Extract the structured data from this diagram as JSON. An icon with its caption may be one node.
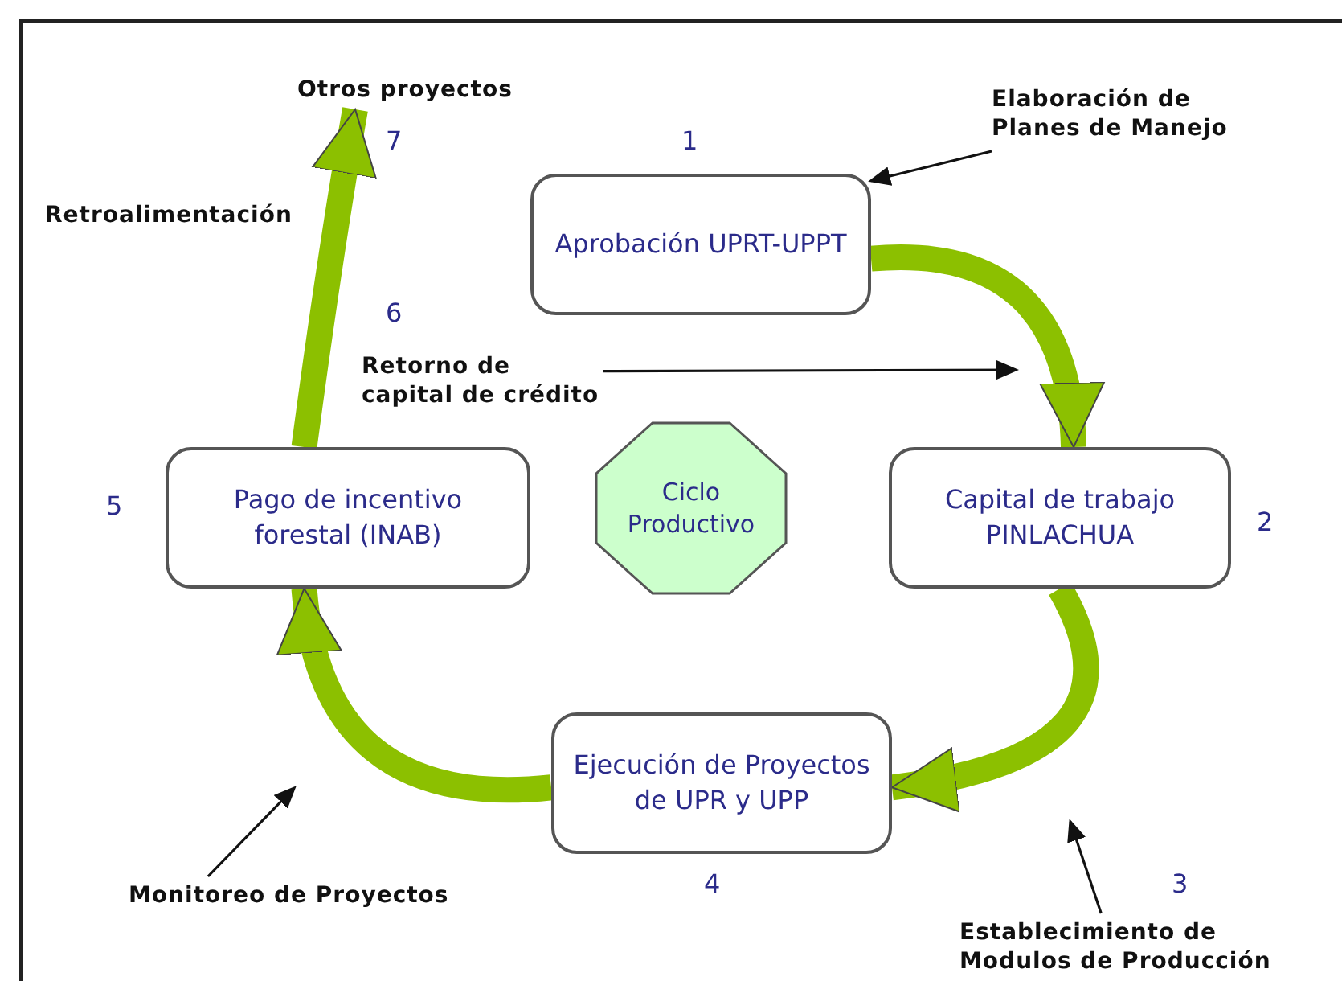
{
  "diagram": {
    "nodes": [
      {
        "text": [
          "Aprobación UPRT-UPPT"
        ],
        "beside": [
          "1"
        ]
      },
      {
        "text": [
          "Capital de trabajo PINLACHUA"
        ],
        "beside": [
          "2"
        ]
      },
      {
        "text": [
          "Ejecución de Proyectos de UPR y UPP"
        ],
        "beside": [
          "4"
        ]
      },
      {
        "text": [
          "Pago de incentivo forestal (INAB)"
        ],
        "beside": [
          "5"
        ]
      },
      {
        "text": [
          "Ciclo Productivo"
        ]
      },
      {
        "text": [
          "Elaboración de Planes de Manejo"
        ]
      },
      {
        "text": [
          "Establecimiento de Modulos de Producción"
        ]
      },
      {
        "text": [
          "Monitoreo de Proyectos"
        ]
      },
      {
        "text": [
          "Retroalimentación"
        ]
      },
      {
        "text": [
          "Otros proyectos"
        ]
      },
      {
        "text": [
          "Retorno de capital de crédito"
        ]
      }
    ],
    "edges": [
      {
        "from": 0,
        "to": 1,
        "arrow": "to",
        "style": "thick"
      },
      {
        "from": 1,
        "to": 2,
        "arrow": "to",
        "style": "thick"
      },
      {
        "from": 2,
        "to": 3,
        "arrow": "to",
        "style": "thick"
      },
      {
        "from": 3,
        "to": 9,
        "arrow": "to",
        "style": "thick"
      },
      {
        "from": 5,
        "to": 0,
        "arrow": "to",
        "color": "#111111"
      },
      {
        "from": 6,
        "to": null,
        "arrow": "to",
        "color": "#111111"
      },
      {
        "from": 7,
        "to": null,
        "arrow": "to",
        "color": "#111111"
      },
      {
        "from": 10,
        "to": null,
        "arrow": "to",
        "color": "#111111"
      }
    ],
    "labels": [
      "3",
      "6",
      "7"
    ]
  }
}
